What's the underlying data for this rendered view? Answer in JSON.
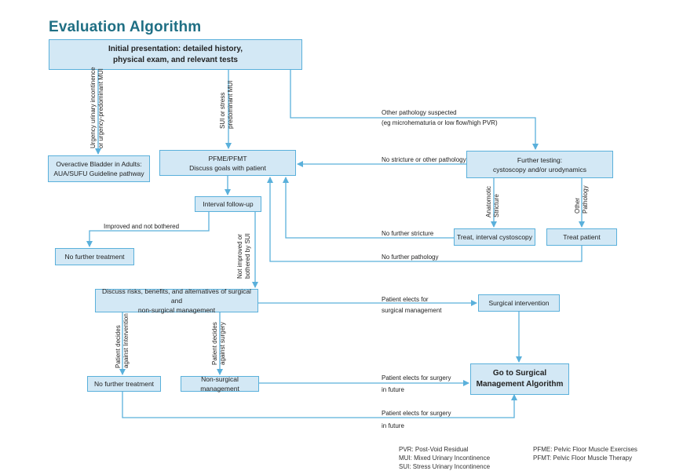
{
  "title": "Evaluation Algorithm",
  "boxes": {
    "initial": [
      "Initial presentation: detailed history,",
      "physical exam, and relevant tests"
    ],
    "overactive": [
      "Overactive Bladder in Adults:",
      "AUA/SUFU Guideline pathway"
    ],
    "pfme": [
      "PFME/PFMT",
      "Discuss goals with patient"
    ],
    "further_testing": [
      "Further testing:",
      "cystoscopy and/or urodynamics"
    ],
    "interval": "Interval follow-up",
    "no_treatment_1": "No further treatment",
    "treat_cysto": "Treat, interval cystoscopy",
    "treat_patient": "Treat patient",
    "discuss": [
      "Discuss risks, benefits, and alternatives of surgical and",
      "non-surgical management"
    ],
    "surgical": "Surgical intervention",
    "no_treatment_2": "No further treatment",
    "non_surgical": "Non-surgical management",
    "go_surgical": [
      "Go to Surgical",
      "Management Algorithm"
    ]
  },
  "labels": {
    "urgency": [
      "Urgency urinary incontinence",
      "or urgency-predominant MUI"
    ],
    "sui": [
      "SUI or stress",
      "predominant MUI"
    ],
    "other_pathology": [
      "Other pathology suspected",
      "(eg microhematuria or low flow/high PVR)"
    ],
    "no_stricture_other": "No stricture or other pathology",
    "anatomic": [
      "Anatomotic",
      "Stricture"
    ],
    "other_path_v": [
      "Other",
      "Pathology"
    ],
    "improved": "Improved and not bothered",
    "no_further_stricture": "No further stricture",
    "no_further_pathology": "No further pathology",
    "not_improved": [
      "Not improved or",
      "bothered by SUI"
    ],
    "elects_surgical": [
      "Patient elects for",
      "surgical management"
    ],
    "decides_against": [
      "Patient decides",
      "against Intervention"
    ],
    "decides_surgery": [
      "Patient decides",
      "against surgery"
    ],
    "elects_future_1": [
      "Patient elects for surgery",
      "in future"
    ],
    "elects_future_2": [
      "Patient elects for surgery",
      "in future"
    ]
  },
  "legend": {
    "left": [
      "PVR: Post-Void Residual",
      "MUI: Mixed Urinary Incontinence",
      "SUI: Stress Urinary Incontinence"
    ],
    "right": [
      "PFME: Pelvic Floor Muscle Exercises",
      "PFMT: Pelvic Floor Muscle Therapy"
    ]
  },
  "colors": {
    "line": "#5ab0db",
    "box_fill": "#d3e8f5",
    "title": "#1f6f84"
  }
}
